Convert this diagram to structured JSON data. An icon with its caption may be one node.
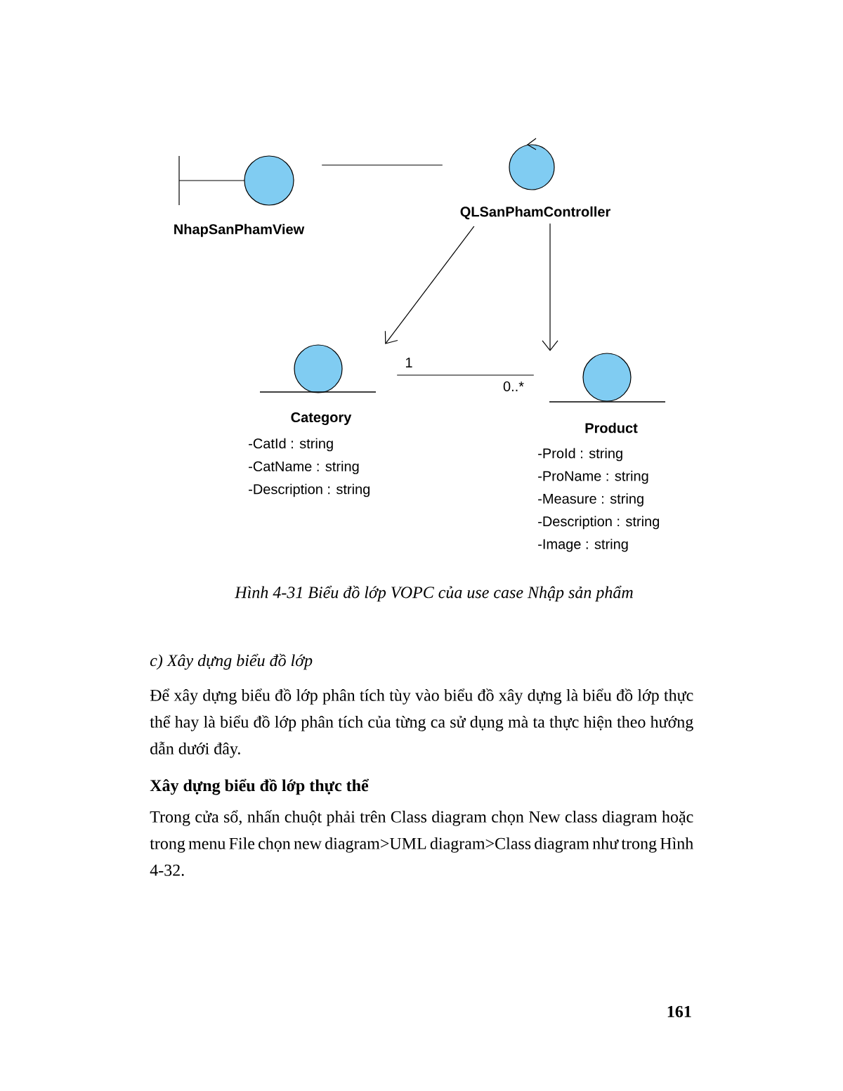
{
  "diagram": {
    "caption": "Hình 4-31 Biểu đồ lớp VOPC của use case Nhập sản phẩm",
    "nodes": [
      {
        "text": [
          "NhapSanPhamView"
        ]
      },
      {
        "text": [
          "QLSanPhamController"
        ]
      },
      {
        "text": [
          "Category",
          "-CatId : string",
          "-CatName : string",
          "-Description : string"
        ]
      },
      {
        "text": [
          "Product",
          "-ProId : string",
          "-ProName : string",
          "-Measure : string",
          "-Description : string",
          "-Image : string"
        ]
      }
    ],
    "edges": [
      {
        "from": 0,
        "to": 1,
        "arrow": "none"
      },
      {
        "from": 1,
        "to": 2,
        "arrow": "to"
      },
      {
        "from": 1,
        "to": 3,
        "arrow": "to"
      },
      {
        "from": 2,
        "to": 3,
        "arrow": "none"
      }
    ],
    "labels": [
      "1",
      "0..*",
      "c) Xây dựng biểu đồ lớp",
      "Để xây dựng biểu đồ lớp phân tích tùy vào biểu đồ xây dựng là biểu đồ lớp thực thể hay là biểu đồ lớp phân tích của từng ca sử dụng mà ta thực hiện theo hướng dẫn dưới đây.",
      "Xây dựng biểu đồ lớp thực thể",
      "Trong cửa sổ, nhấn chuột phải trên Class diagram chọn New class diagram hoặc trong menu File chọn new diagram>UML diagram>Class diagram như trong Hình 4-32.",
      "161"
    ]
  }
}
